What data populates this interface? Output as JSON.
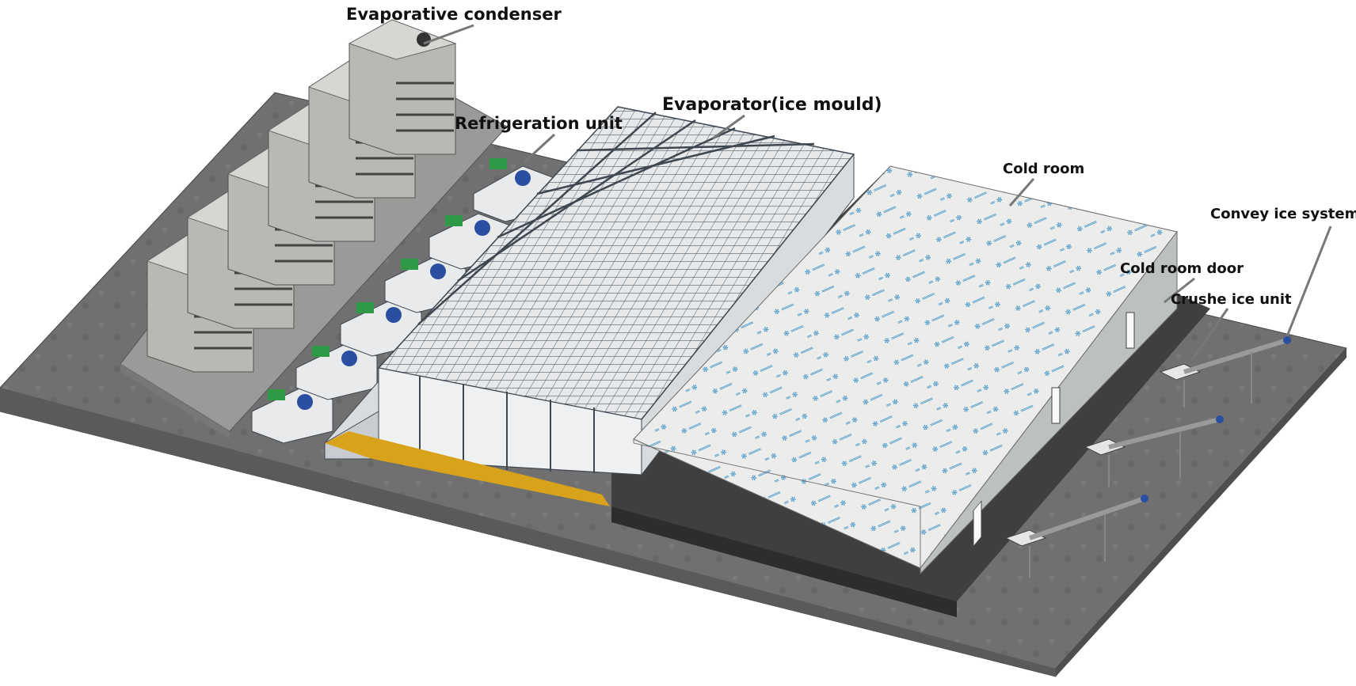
{
  "labels": {
    "evaporative_condenser": "Evaporative condenser",
    "evaporator": "Evaporator(ice mould)",
    "refrigeration_unit": "Refrigeration unit",
    "cold_room": "Cold room",
    "convey_ice_system": "Convey ice system",
    "cold_room_door": "Cold room door",
    "crushe_ice_unit": "Crushe ice unit"
  },
  "colors": {
    "floor": "#6f6f6f",
    "cold_room_panel": "#ecedea",
    "panel_logo": "#3a8fc4",
    "unit_motor_green": "#2e9a45",
    "unit_motor_blue": "#2a4fa0",
    "condenser_metal": "#a9a9a6",
    "frame": "#3f4750",
    "tray_yellow": "#d9a21b"
  },
  "counts": {
    "evaporative_condensers": 6,
    "refrigeration_units": 6,
    "evaporator_rows": 6,
    "conveyors": 3,
    "cold_room_doors": 3
  }
}
